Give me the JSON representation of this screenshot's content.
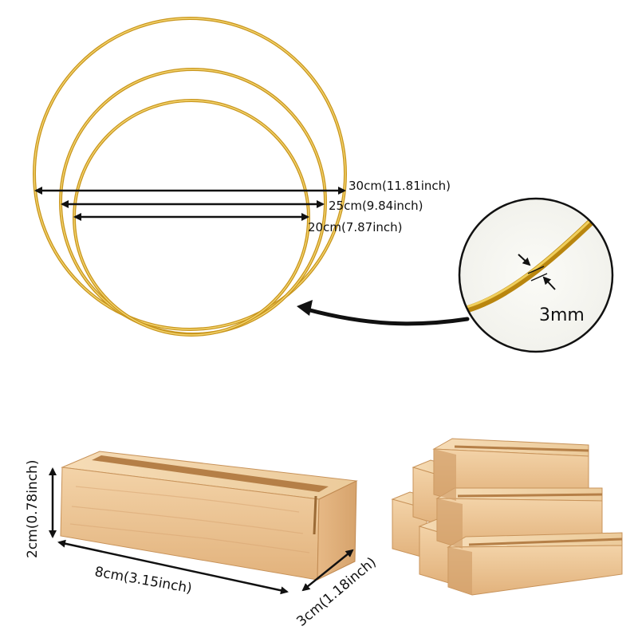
{
  "hoops": {
    "large_label": "30cm(11.81inch)",
    "medium_label": "25cm(9.84inch)",
    "small_label": "20cm(7.87inch)",
    "ring_color": "#d4a72c",
    "ring_highlight": "#f2d36b"
  },
  "detail": {
    "wire_label": "3mm"
  },
  "wood_block": {
    "height_label": "2cm(0.78inch)",
    "length_label": "8cm(3.15inch)",
    "width_label": "3cm(1.18inch)",
    "wood_light": "#f1cfa2",
    "wood_mid": "#e6b883",
    "wood_dark": "#cf9c66"
  }
}
